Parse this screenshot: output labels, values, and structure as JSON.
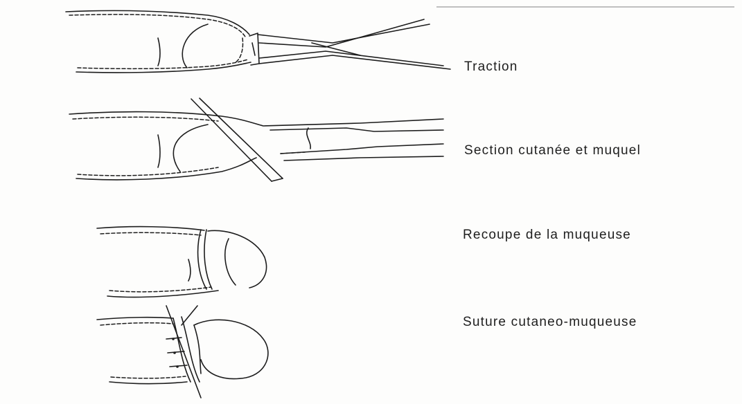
{
  "steps": [
    {
      "label": "Traction"
    },
    {
      "label": "Section cutanée et muquel"
    },
    {
      "label": "Recoupe de la muqueuse"
    },
    {
      "label": "Suture cutaneo-muqueuse"
    }
  ]
}
